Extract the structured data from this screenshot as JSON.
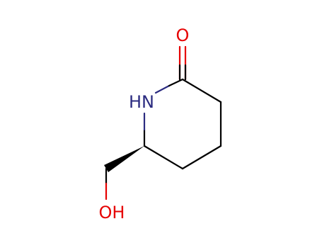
{
  "molecule": {
    "atoms": [
      {
        "id": "O1",
        "label": "O",
        "color": "#e60000"
      },
      {
        "id": "N1",
        "label": "HN",
        "color": "#2b2b80"
      },
      {
        "id": "O2",
        "label": "OH",
        "color": "#e60000"
      }
    ],
    "bond_color": "#000000",
    "background": "#ffffff"
  }
}
